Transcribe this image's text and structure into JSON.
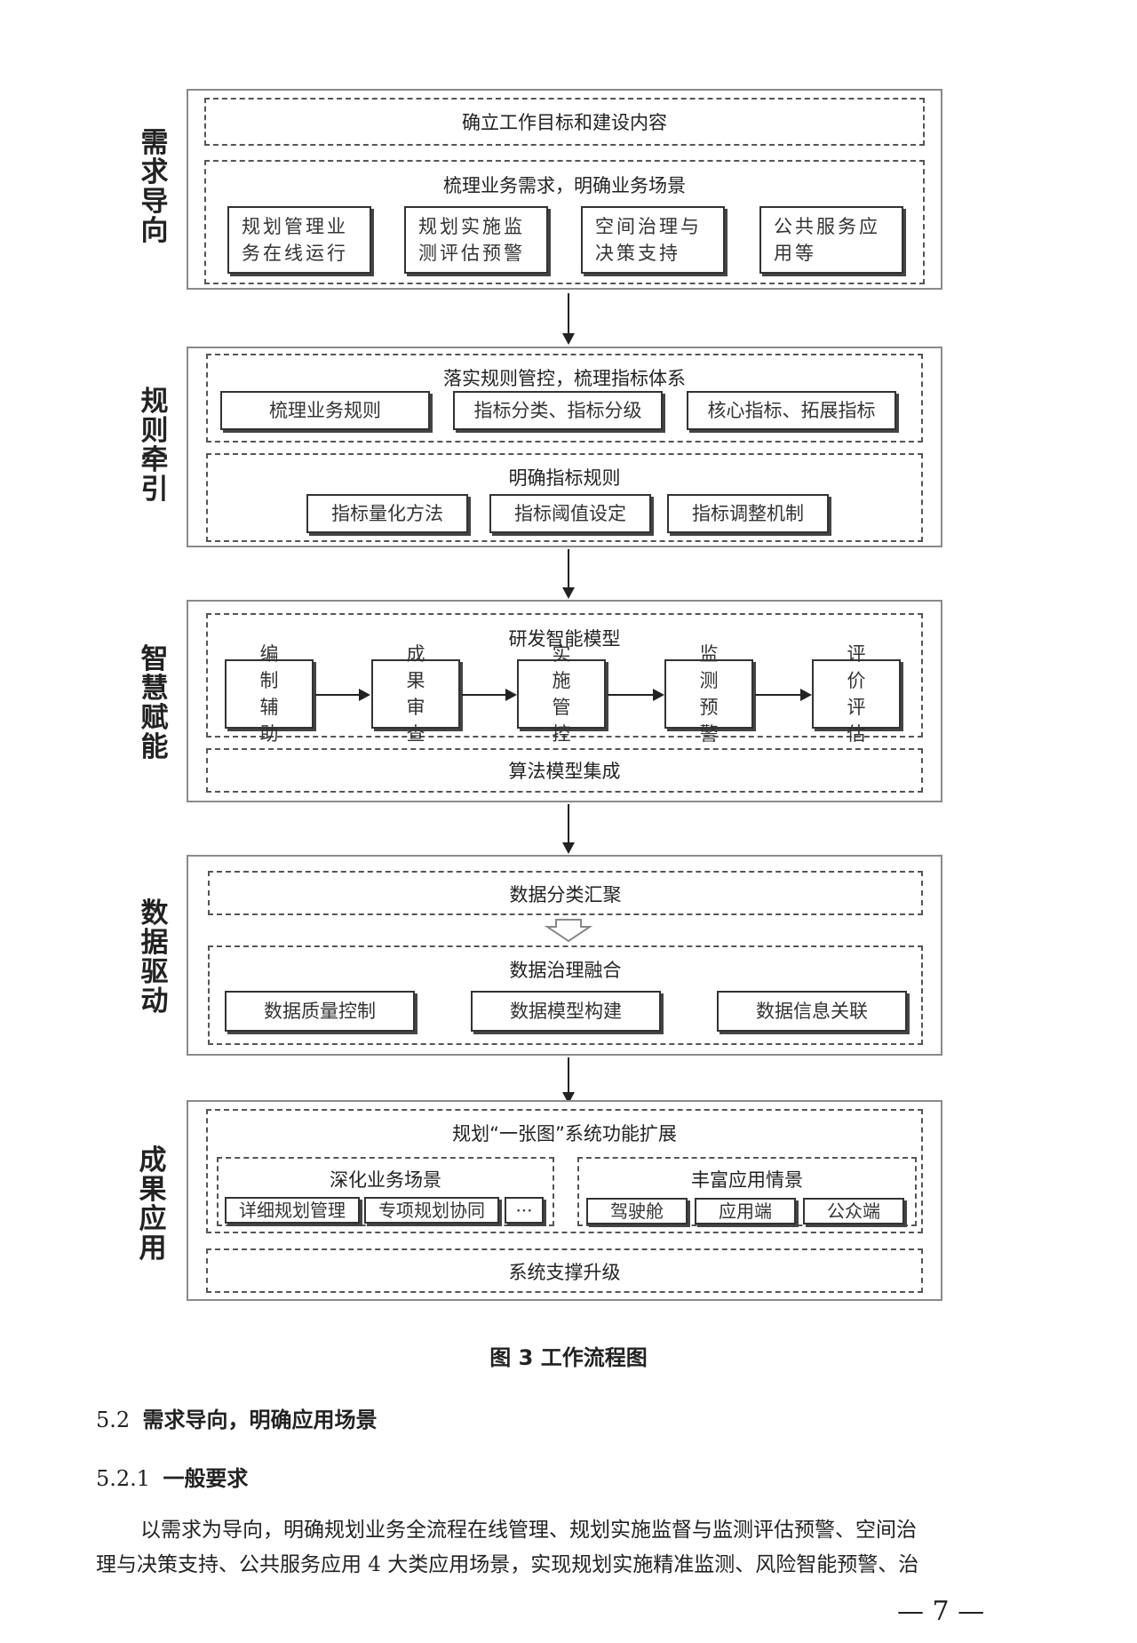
{
  "stages": [
    {
      "label": "需求导向",
      "blocks": [
        {
          "title": "确立工作目标和建设内容"
        },
        {
          "title": "梳理业务需求，明确业务场景",
          "items": [
            "规划管理业务在线运行",
            "规划实施监测评估预警",
            "空间治理与决策支持",
            "公共服务应用等"
          ]
        }
      ]
    },
    {
      "label": "规则牵引",
      "blocks": [
        {
          "title": "落实规则管控，梳理指标体系",
          "items": [
            "梳理业务规则",
            "指标分类、指标分级",
            "核心指标、拓展指标"
          ]
        },
        {
          "title": "明确指标规则",
          "items": [
            "指标量化方法",
            "指标阈值设定",
            "指标调整机制"
          ]
        }
      ]
    },
    {
      "label": "智慧赋能",
      "blocks": [
        {
          "title": "研发智能模型",
          "items": [
            "编制辅助",
            "成果审查",
            "实施管控",
            "监测预警",
            "评价评估"
          ]
        },
        {
          "title": "算法模型集成"
        }
      ]
    },
    {
      "label": "数据驱动",
      "blocks": [
        {
          "title": "数据分类汇聚"
        },
        {
          "title": "数据治理融合",
          "items": [
            "数据质量控制",
            "数据模型构建",
            "数据信息关联"
          ]
        }
      ]
    },
    {
      "label": "成果应用",
      "blocks": [
        {
          "title": "规划“一张图”系统功能扩展",
          "groups": [
            {
              "title": "深化业务场景",
              "items": [
                "详细规划管理",
                "专项规划协同",
                "···"
              ]
            },
            {
              "title": "丰富应用情景",
              "items": [
                "驾驶舱",
                "应用端",
                "公众端"
              ]
            }
          ]
        },
        {
          "title": "系统支撑升级"
        }
      ]
    }
  ],
  "caption": "图 3  工作流程图",
  "section": {
    "number": "5.2",
    "title": "需求导向，明确应用场景"
  },
  "subsection": {
    "number": "5.2.1",
    "title": "一般要求"
  },
  "body": [
    "以需求为导向，明确规划业务全流程在线管理、规划实施监督与监测评估预警、空间治",
    "理与决策支持、公共服务应用 4 大类应用场景，实现规划实施精准监测、风险智能预警、治"
  ],
  "page_number": "— 7 —"
}
